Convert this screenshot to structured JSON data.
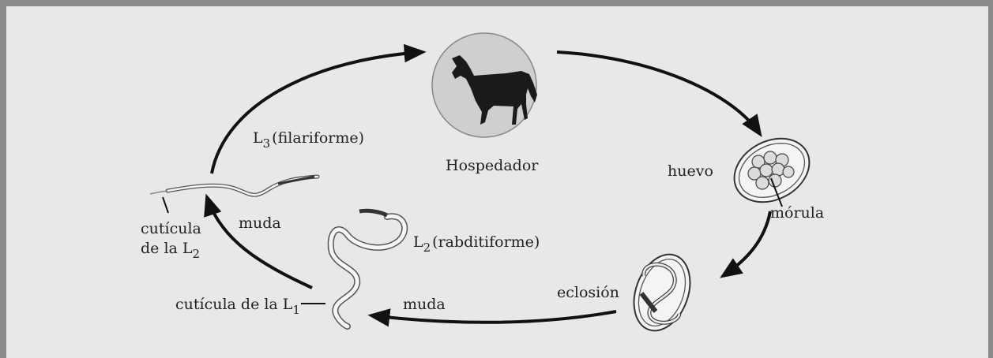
{
  "labels": {
    "host": "Hospedador",
    "egg": "huevo",
    "morula": "mórula",
    "hatching": "eclosión",
    "molt_bottom": "muda",
    "molt_left": "muda",
    "l3_letter": "L",
    "l3_sub": "3",
    "l3_desc": "(filariforme)",
    "l2_letter": "L",
    "l2_sub": "2",
    "l2_desc": "(rabditiforme)",
    "cuticle_l2_line1": "cutícula",
    "cuticle_l2_line2_text": "de la L",
    "cuticle_l2_sub": "2",
    "cuticle_l1_text": "cutícula de la L",
    "cuticle_l1_sub": "1"
  },
  "icons": [
    "horse-icon",
    "egg-icon",
    "hatching-egg-icon",
    "l3-larva-icon",
    "l2-larva-icon"
  ],
  "colors": {
    "panel": "#e8e8e8",
    "frame": "#8a8a8a",
    "arrow": "#111111",
    "host_circle": "#cfcfcf"
  }
}
